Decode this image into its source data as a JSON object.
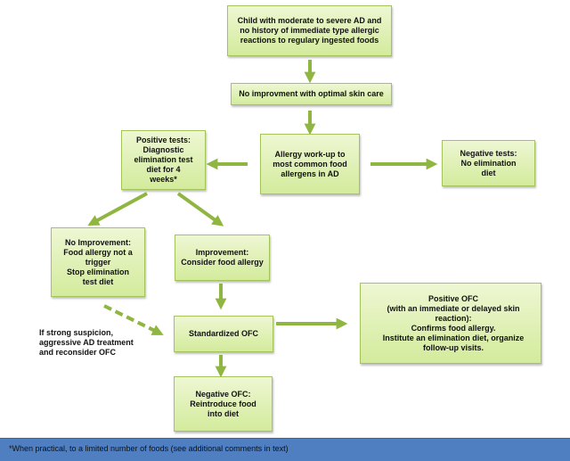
{
  "nodes": {
    "start": [
      "Child with moderate to severe AD and",
      "no history of immediate type allergic",
      "reactions to regulary ingested foods"
    ],
    "no_improvement_care": [
      "No improvment  with optimal skin care"
    ],
    "workup": [
      "Allergy work-up to",
      "most common food",
      "allergens in AD"
    ],
    "positive_tests": [
      "Positive tests:",
      "Diagnostic",
      "elimination test",
      "diet  for 4",
      "weeks*"
    ],
    "negative_tests": [
      "Negative tests:",
      "No elimination",
      "diet"
    ],
    "no_improvement": [
      "No Improvement:",
      "Food allergy not a",
      "trigger",
      "Stop elimination",
      "test diet"
    ],
    "improvement": [
      "Improvement:",
      "Consider food allergy"
    ],
    "standardized_ofc": [
      "Standardized OFC"
    ],
    "positive_ofc": [
      "Positive OFC",
      "(with an immediate or delayed skin",
      "reaction):",
      "Confirms food allergy.",
      "Institute an elimination diet, organize",
      "follow-up visits."
    ],
    "negative_ofc": [
      "Negative OFC:",
      "Reintroduce food",
      "into diet"
    ]
  },
  "side_note": [
    "If strong suspicion,",
    "aggressive AD treatment",
    "and reconsider OFC"
  ],
  "footer": "*When practical, to a limited number of foods (see additional comments in text)",
  "colors": {
    "box_fill_top": "#eef7d3",
    "box_fill_bottom": "#d3eb9c",
    "box_border": "#a4c35a",
    "arrow": "#8fb640",
    "footer_bar": "#4f7fc0"
  }
}
